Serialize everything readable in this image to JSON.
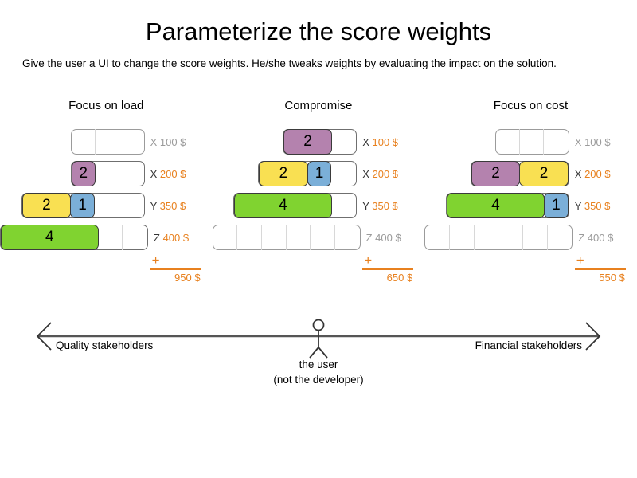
{
  "header": {
    "title": "Parameterize the score weights",
    "subtitle": "Give the user a UI to change the score weights. He/she tweaks weights by evaluating the impact on the solution."
  },
  "colors": {
    "purple": "#b482ae",
    "yellow": "#f9e052",
    "blue": "#7bafd8",
    "green": "#80d330",
    "accent_orange": "#e8811f",
    "muted_grey": "#9b9b9b",
    "block_border": "#3b3b3b"
  },
  "plus_symbol": "+",
  "columns": [
    {
      "header": "Focus on load",
      "rows": [
        {
          "axis": "X",
          "cost": "100 $",
          "muted": true,
          "slots": 3,
          "blocks": []
        },
        {
          "axis": "X",
          "cost": "200 $",
          "muted": false,
          "slots": 3,
          "blocks": [
            {
              "value": "2",
              "units": 1,
              "color": "purple"
            }
          ]
        },
        {
          "axis": "Y",
          "cost": "350 $",
          "muted": false,
          "slots": 5,
          "blocks": [
            {
              "value": "2",
              "units": 2,
              "color": "yellow"
            },
            {
              "value": "1",
              "units": 1,
              "color": "blue"
            }
          ]
        },
        {
          "axis": "Z",
          "cost": "400 $",
          "muted": false,
          "slots": 6,
          "blocks": [
            {
              "value": "4",
              "units": 4,
              "color": "green"
            }
          ]
        }
      ],
      "total": "950 $"
    },
    {
      "header": "Compromise",
      "rows": [
        {
          "axis": "X",
          "cost": "100 $",
          "muted": false,
          "slots": 3,
          "blocks": [
            {
              "value": "2",
              "units": 2,
              "color": "purple"
            }
          ]
        },
        {
          "axis": "X",
          "cost": "200 $",
          "muted": false,
          "slots": 4,
          "blocks": [
            {
              "value": "2",
              "units": 2,
              "color": "yellow"
            },
            {
              "value": "1",
              "units": 1,
              "color": "blue"
            }
          ]
        },
        {
          "axis": "Y",
          "cost": "350 $",
          "muted": false,
          "slots": 5,
          "blocks": [
            {
              "value": "4",
              "units": 4,
              "color": "green"
            }
          ]
        },
        {
          "axis": "Z",
          "cost": "400 $",
          "muted": true,
          "slots": 6,
          "blocks": []
        }
      ],
      "total": "650 $"
    },
    {
      "header": "Focus on cost",
      "rows": [
        {
          "axis": "X",
          "cost": "100 $",
          "muted": true,
          "slots": 3,
          "blocks": []
        },
        {
          "axis": "X",
          "cost": "200 $",
          "muted": false,
          "slots": 4,
          "blocks": [
            {
              "value": "2",
              "units": 2,
              "color": "purple"
            },
            {
              "value": "2",
              "units": 2,
              "color": "yellow"
            }
          ]
        },
        {
          "axis": "Y",
          "cost": "350 $",
          "muted": false,
          "slots": 5,
          "blocks": [
            {
              "value": "4",
              "units": 4,
              "color": "green"
            },
            {
              "value": "1",
              "units": 1,
              "color": "blue"
            }
          ]
        },
        {
          "axis": "Z",
          "cost": "400 $",
          "muted": true,
          "slots": 6,
          "blocks": []
        }
      ],
      "total": "550 $"
    }
  ],
  "spectrum": {
    "left_label": "Quality stakeholders",
    "right_label": "Financial stakeholders",
    "user_caption_line1": "the user",
    "user_caption_line2": "(not the developer)"
  }
}
